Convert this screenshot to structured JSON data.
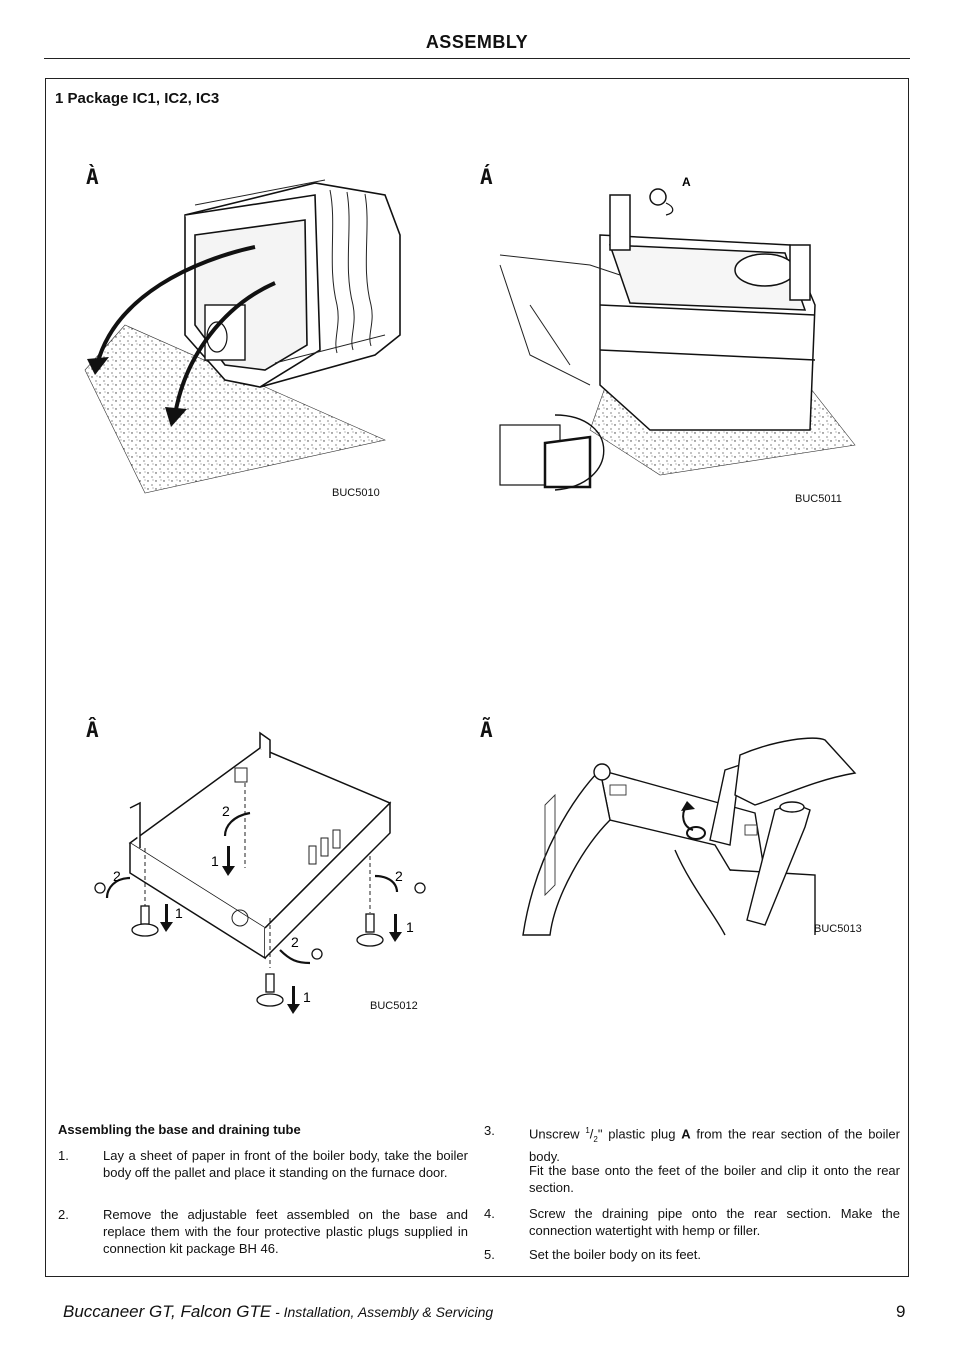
{
  "header": {
    "title": "ASSEMBLY"
  },
  "section": {
    "title": "1 Package IC1, IC2, IC3"
  },
  "figures": [
    {
      "letter": "À",
      "code": "BUC5010"
    },
    {
      "letter": "Á",
      "code": "BUC5011",
      "label": "A"
    },
    {
      "letter": "Â",
      "code": "BUC5012",
      "labels": [
        "2",
        "1",
        "2",
        "1",
        "2",
        "1",
        "2",
        "1"
      ]
    },
    {
      "letter": "Ã",
      "code": "BUC5013"
    }
  ],
  "instructions": {
    "title": "Assembling the base and draining tube",
    "steps": [
      {
        "num": "1.",
        "text": "Lay a sheet of paper in front of the boiler body, take the boiler body off the pallet and place it standing on the furnace door."
      },
      {
        "num": "2.",
        "text": "Remove the adjustable feet assembled on the base and replace them with the four protective plastic plugs supplied in connection kit package BH 46."
      },
      {
        "num": "3.",
        "text_pre": "Unscrew ",
        "frac_num": "1",
        "frac_den": "2",
        "text_mid": "\" plastic plug ",
        "bold": "A",
        "text_post": " from the rear section of the boiler body.",
        "text2": "Fit the base onto the feet of the boiler and clip it onto the rear section."
      },
      {
        "num": "4.",
        "text": "Screw the draining pipe onto the rear section.  Make the connection watertight with hemp or filler."
      },
      {
        "num": "5.",
        "text": "Set the boiler body on its feet."
      }
    ]
  },
  "footer": {
    "title": "Buccaneer GT, Falcon GTE",
    "subtitle": " - Installation, Assembly & Servicing",
    "page": "9"
  }
}
